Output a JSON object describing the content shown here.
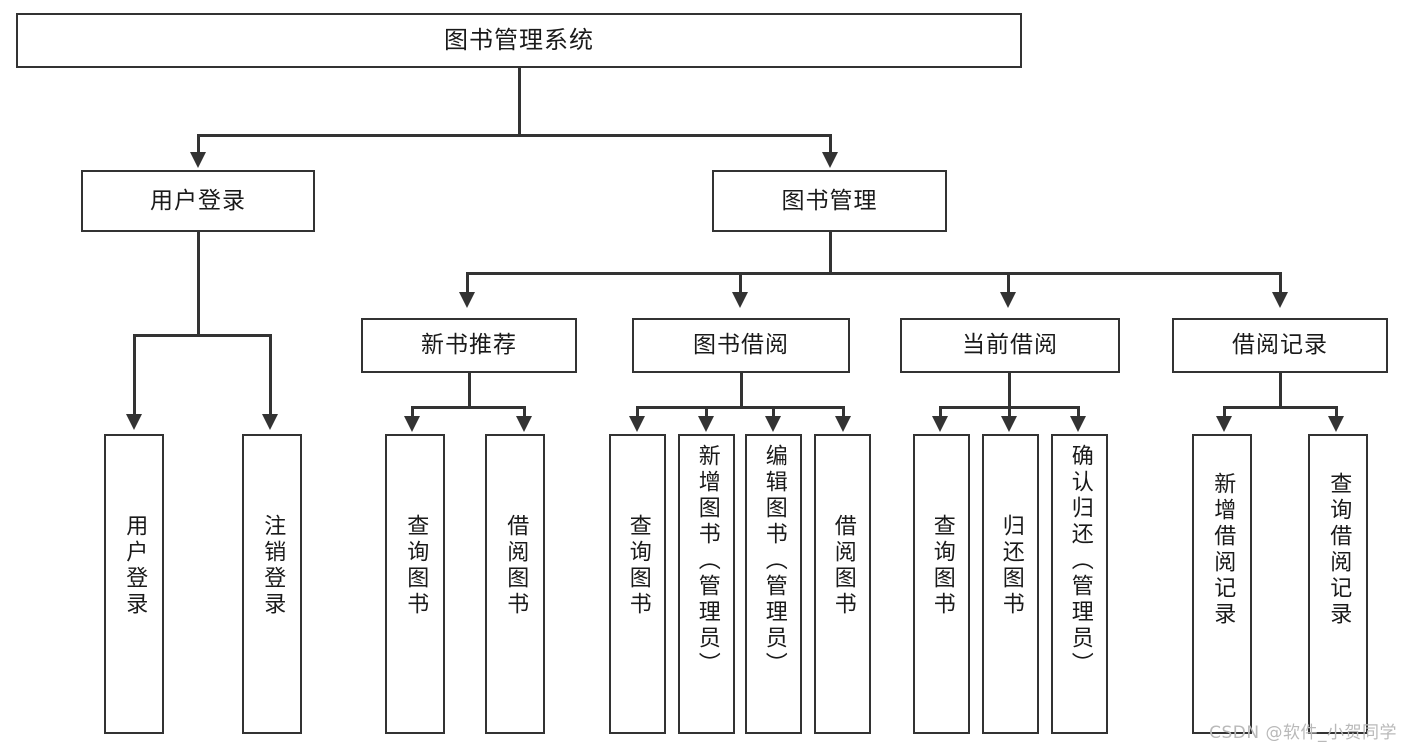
{
  "diagram": {
    "type": "tree-hierarchy",
    "title": "图书管理系统",
    "watermark": "CSDN @软件_小贺同学",
    "colors": {
      "stroke": "#333333",
      "fill": "#ffffff",
      "text": "#1a1a1a",
      "watermark": "#b9b9b9"
    },
    "root": {
      "label": "图书管理系统"
    },
    "level2": [
      {
        "label": "用户登录"
      },
      {
        "label": "图书管理"
      }
    ],
    "level3": [
      {
        "label": "新书推荐"
      },
      {
        "label": "图书借阅"
      },
      {
        "label": "当前借阅"
      },
      {
        "label": "借阅记录"
      }
    ],
    "groups": [
      {
        "parent": "用户登录",
        "leaves": [
          {
            "label": "用户登录"
          },
          {
            "label": "注销登录"
          }
        ]
      },
      {
        "parent": "新书推荐",
        "leaves": [
          {
            "label": "查询图书"
          },
          {
            "label": "借阅图书"
          }
        ]
      },
      {
        "parent": "图书借阅",
        "leaves": [
          {
            "label": "查询图书"
          },
          {
            "label": "新增图书（管理员）"
          },
          {
            "label": "编辑图书（管理员）"
          },
          {
            "label": "借阅图书"
          }
        ]
      },
      {
        "parent": "当前借阅",
        "leaves": [
          {
            "label": "查询图书"
          },
          {
            "label": "归还图书"
          },
          {
            "label": "确认归还（管理员）"
          }
        ]
      },
      {
        "parent": "借阅记录",
        "leaves": [
          {
            "label": "新增借阅记录"
          },
          {
            "label": "查询借阅记录"
          }
        ]
      }
    ]
  },
  "nodes": {
    "root": "图书管理系统",
    "user_login": "用户登录",
    "book_manage": "图书管理",
    "new_book_rec": "新书推荐",
    "book_borrow": "图书借阅",
    "current_borrow": "当前借阅",
    "borrow_record": "借阅记录",
    "leaf_user_login": "用户登录",
    "leaf_logout": "注销登录",
    "leaf_query_book_1": "查询图书",
    "leaf_borrow_book_1": "借阅图书",
    "leaf_query_book_2": "查询图书",
    "leaf_add_book": "新增图书（管理员）",
    "leaf_edit_book": "编辑图书（管理员）",
    "leaf_borrow_book_2": "借阅图书",
    "leaf_query_book_3": "查询图书",
    "leaf_return_book": "归还图书",
    "leaf_confirm_return": "确认归还（管理员）",
    "leaf_add_record": "新增借阅记录",
    "leaf_query_record": "查询借阅记录"
  },
  "watermark": {
    "text": "CSDN @软件_小贺同学"
  }
}
